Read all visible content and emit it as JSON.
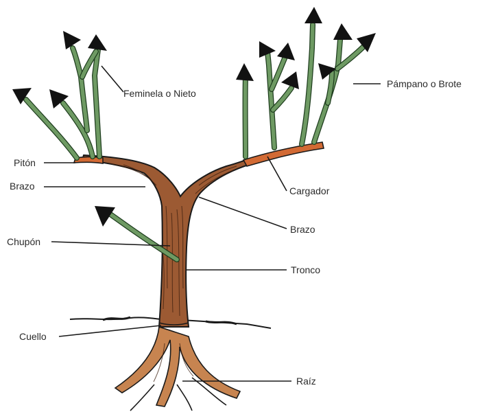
{
  "labels": {
    "feminela": "Feminela o Nieto",
    "pampano": "Pámpano o Brote",
    "piton": "Pitón",
    "brazo_left": "Brazo",
    "cargador": "Cargador",
    "brazo_right": "Brazo",
    "chupon": "Chupón",
    "tronco": "Tronco",
    "cuello": "Cuello",
    "raiz": "Raíz"
  },
  "colors": {
    "shoot_green": "#6e9a63",
    "wood_brown": "#9c5a33",
    "trunk_brown": "#a6643b",
    "cane_orange": "#d26a34",
    "root_brown": "#c78450",
    "outline": "#1a1a1a"
  }
}
